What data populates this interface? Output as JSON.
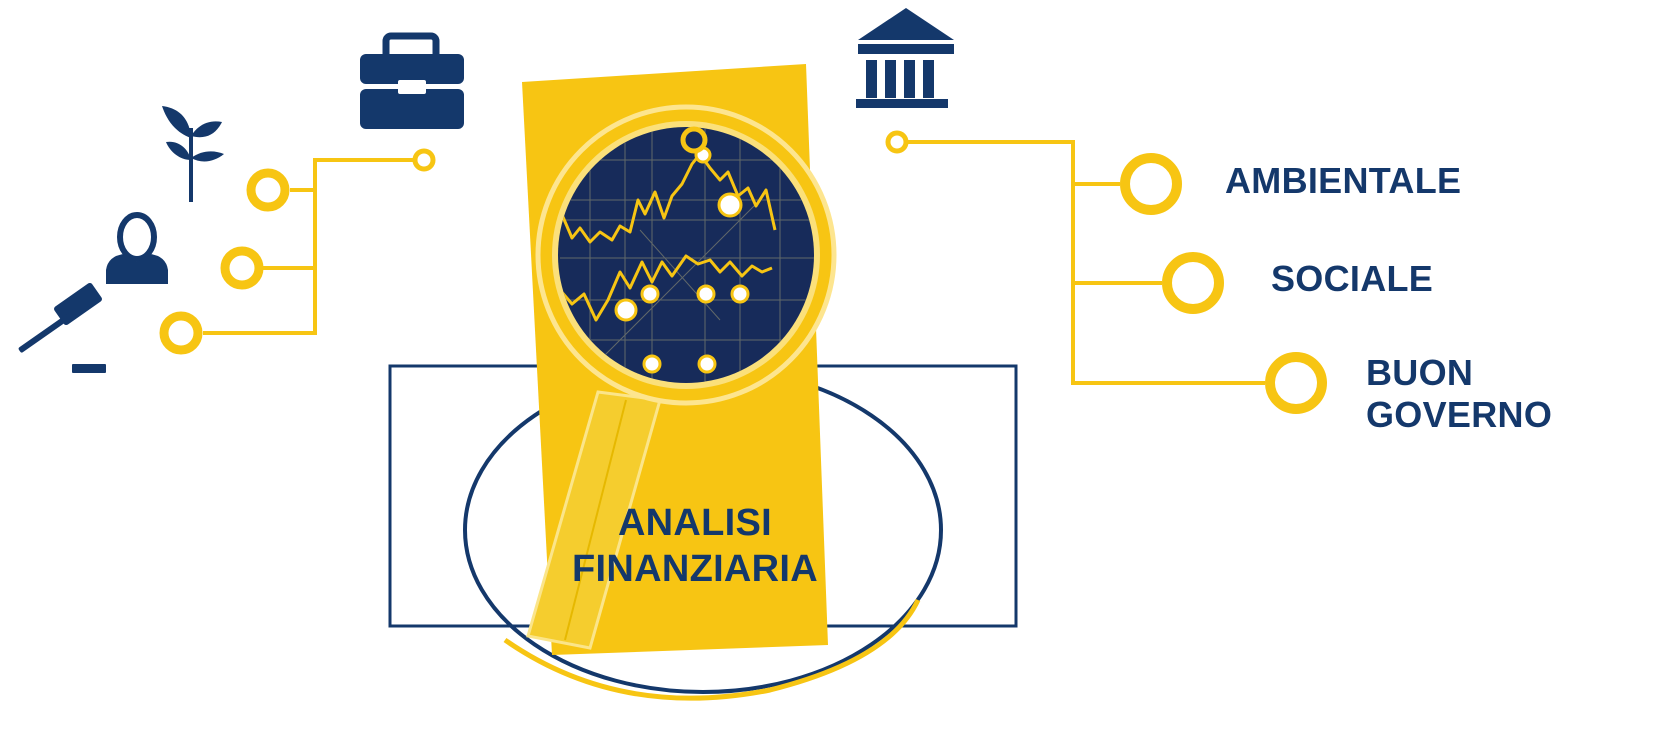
{
  "diagram": {
    "center_title": [
      "ANALISI",
      "FINANZIARIA"
    ],
    "right_branches": [
      {
        "id": "ambientale",
        "label": [
          "AMBIENTALE"
        ]
      },
      {
        "id": "sociale",
        "label": [
          "SOCIALE"
        ]
      },
      {
        "id": "buon-governo",
        "label": [
          "BUON",
          "GOVERNO"
        ]
      }
    ],
    "left_icons": [
      "briefcase-icon",
      "plant-icon",
      "person-icon",
      "gavel-icon"
    ],
    "right_icons": [
      "bank-icon"
    ],
    "colors": {
      "navy": "#14386b",
      "yellow": "#f7c513",
      "screen": "#172b5a",
      "white": "#ffffff"
    }
  }
}
